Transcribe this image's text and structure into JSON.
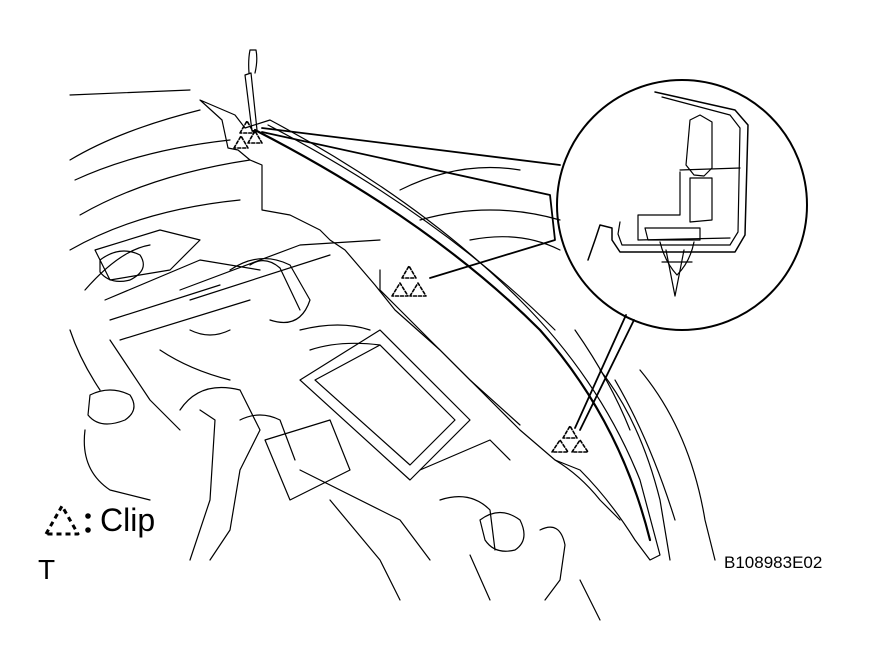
{
  "legend": {
    "symbol_icon": "clip-triangle-icon",
    "label": "Clip"
  },
  "corner_letter": "T",
  "reference_code": "B108983E02",
  "colors": {
    "line": "#000000",
    "background": "#ffffff"
  }
}
